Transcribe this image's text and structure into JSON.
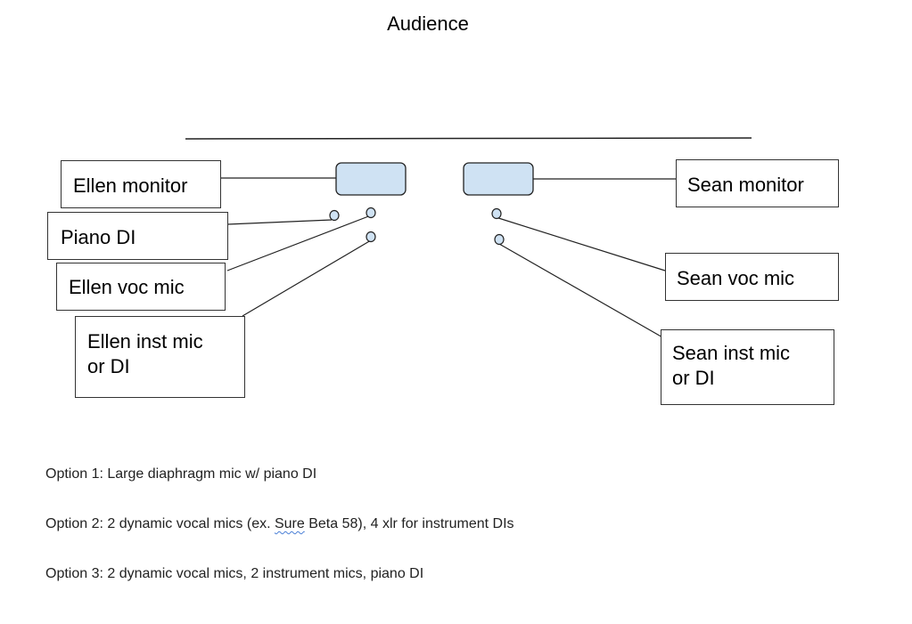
{
  "title": "Audience",
  "left": {
    "monitor": "Ellen monitor",
    "piano_di": "Piano DI",
    "voc_mic": "Ellen voc mic",
    "inst_mic_line1": "Ellen inst mic",
    "inst_mic_line2": "or DI"
  },
  "right": {
    "monitor": "Sean monitor",
    "voc_mic": "Sean voc mic",
    "inst_mic_line1": "Sean inst mic",
    "inst_mic_line2": "or DI"
  },
  "colors": {
    "monitor_fill": "#cfe2f3",
    "mic_fill": "#cfe2f3",
    "stroke": "#222222"
  },
  "options": {
    "o1": "Option 1: Large diaphragm mic w/ piano DI",
    "o2_pre": "Option 2: 2 dynamic vocal mics (ex. ",
    "o2_flag": "Sure",
    "o2_post": " Beta 58), 4 xlr for instrument DIs",
    "o3": "Option 3: 2 dynamic vocal mics, 2 instrument mics, piano DI"
  }
}
